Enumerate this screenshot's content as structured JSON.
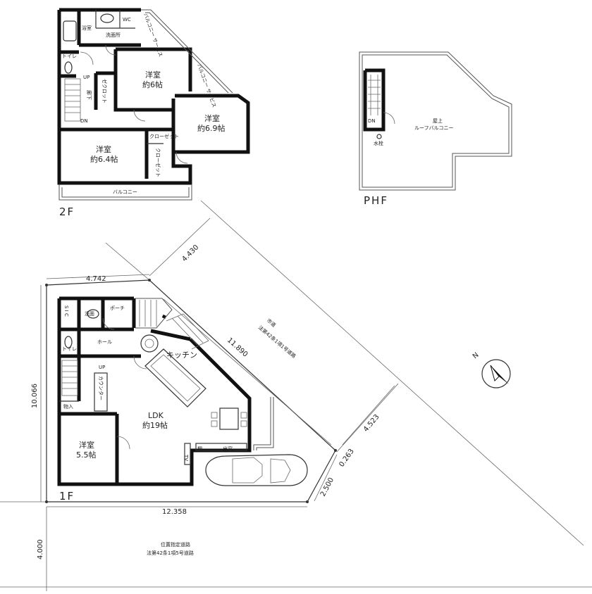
{
  "floor2": {
    "label": "2F",
    "rooms": {
      "bath": "浴室",
      "wc": "WC",
      "washroom": "洗面所",
      "service_balcony_1": "バルコニー サービス",
      "toilet": "トイレ",
      "up": "UP",
      "corridor": "廊下",
      "closet_a": "ゼクロット",
      "west_room_6": "洋室",
      "west_room_6_size": "約6帖",
      "service_balcony_2": "バルコニー サービス",
      "west_room_69": "洋室",
      "west_room_69_size": "約6.9帖",
      "dn": "DN",
      "closet_b": "クローゼット",
      "closet_c": "クローゼット",
      "west_room_64": "洋室",
      "west_room_64_size": "約6.4帖",
      "balcony": "バルコニー"
    }
  },
  "phf": {
    "label": "PHF",
    "dn": "DN",
    "roof_1": "屋上",
    "roof_2": "ルーフバルコニー",
    "faucet": "水栓"
  },
  "floor1": {
    "label": "1F",
    "rooms": {
      "sic": "S I C",
      "washroom": "洗面",
      "porch": "ポーチ",
      "toilet": "トイレ",
      "hall": "ホール",
      "kitchen": "キッチン",
      "up": "UP",
      "counter": "カウンター",
      "storage": "物入",
      "ldk": "LDK",
      "ldk_size": "約19帖",
      "west_room": "洋室",
      "west_room_size": "5.5帖",
      "tv": "TV",
      "shelf": "棚",
      "bench": "出窓"
    }
  },
  "site": {
    "dims": {
      "top": "4.742",
      "top_right": "4.430",
      "diagonal": "11.890",
      "left": "10.066",
      "bottom": "12.358",
      "corner_a": "0.263",
      "corner_b": "2.500",
      "right": "4.523",
      "road_width": "4.000"
    },
    "road_east_1": "市道",
    "road_east_2": "法第42条1項1号道路",
    "road_south_1": "位置指定道路",
    "road_south_2": "法第42条1項5号道路",
    "north": "N"
  }
}
